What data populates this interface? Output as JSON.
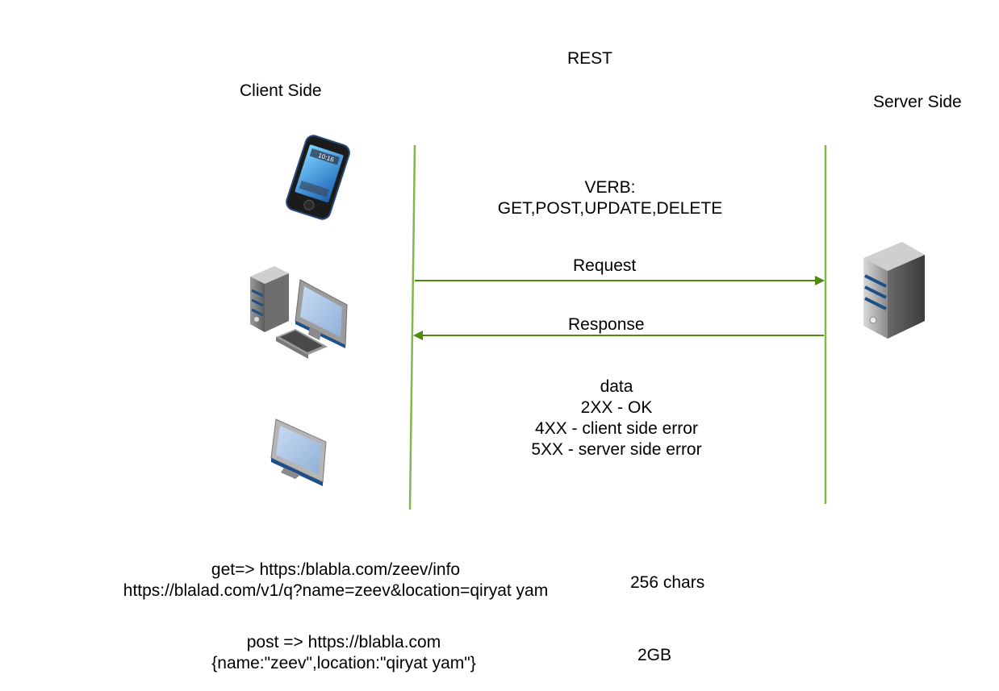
{
  "diagram": {
    "title": "REST",
    "client_label": "Client Side",
    "server_label": "Server Side",
    "verb_title": "VERB:",
    "verb_list": "GET,POST,UPDATE,DELETE",
    "request_label": "Request",
    "response_label": "Response",
    "response_info": {
      "line1": "data",
      "line2": "2XX - OK",
      "line3": "4XX - client side error",
      "line4": "5XX - server side error"
    },
    "get_example": {
      "line1": "get=> https:/blabla.com/zeev/info",
      "line2": "https://blalad.com/v1/q?name=zeev&location=qiryat yam"
    },
    "get_limit": "256 chars",
    "post_example": {
      "line1": "post => https://blabla.com",
      "line2": "{name:\"zeev\",location:\"qiryat yam\"}"
    },
    "post_limit": "2GB",
    "phone_time": "10:16",
    "line_color": "#82b74b",
    "arrow_color": "#4d8a0e"
  }
}
